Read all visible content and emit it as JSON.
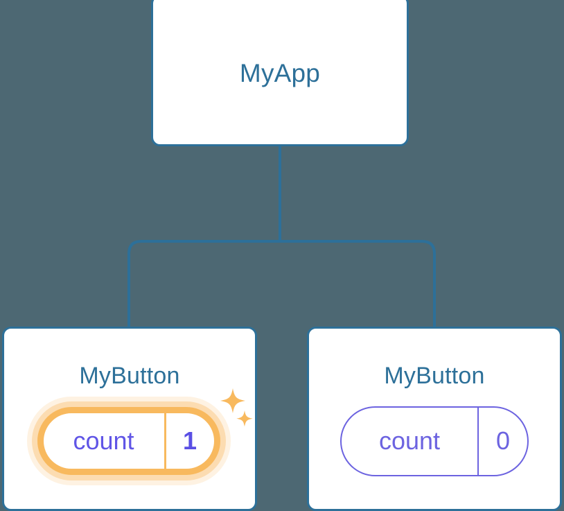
{
  "diagram": {
    "type": "component-tree",
    "background_color": "#4d6873",
    "node_border_color": "#2d7099",
    "node_title_color": "#2d7099",
    "edge_color": "#2d7099",
    "state_color": "#6c63e0",
    "highlight_color": "#f8b95e",
    "highlight_halo_color": "#fbd9a5"
  },
  "root": {
    "title": "MyApp"
  },
  "children": [
    {
      "title": "MyButton",
      "state": {
        "key": "count",
        "value": "1"
      },
      "highlighted": true,
      "sparkle_large": "sparkle-icon",
      "sparkle_small": "sparkle-icon"
    },
    {
      "title": "MyButton",
      "state": {
        "key": "count",
        "value": "0"
      },
      "highlighted": false
    }
  ],
  "edges": {
    "trunk_label": "root-to-branch-trunk",
    "left_label": "branch-to-left-child",
    "right_label": "branch-to-right-child"
  }
}
